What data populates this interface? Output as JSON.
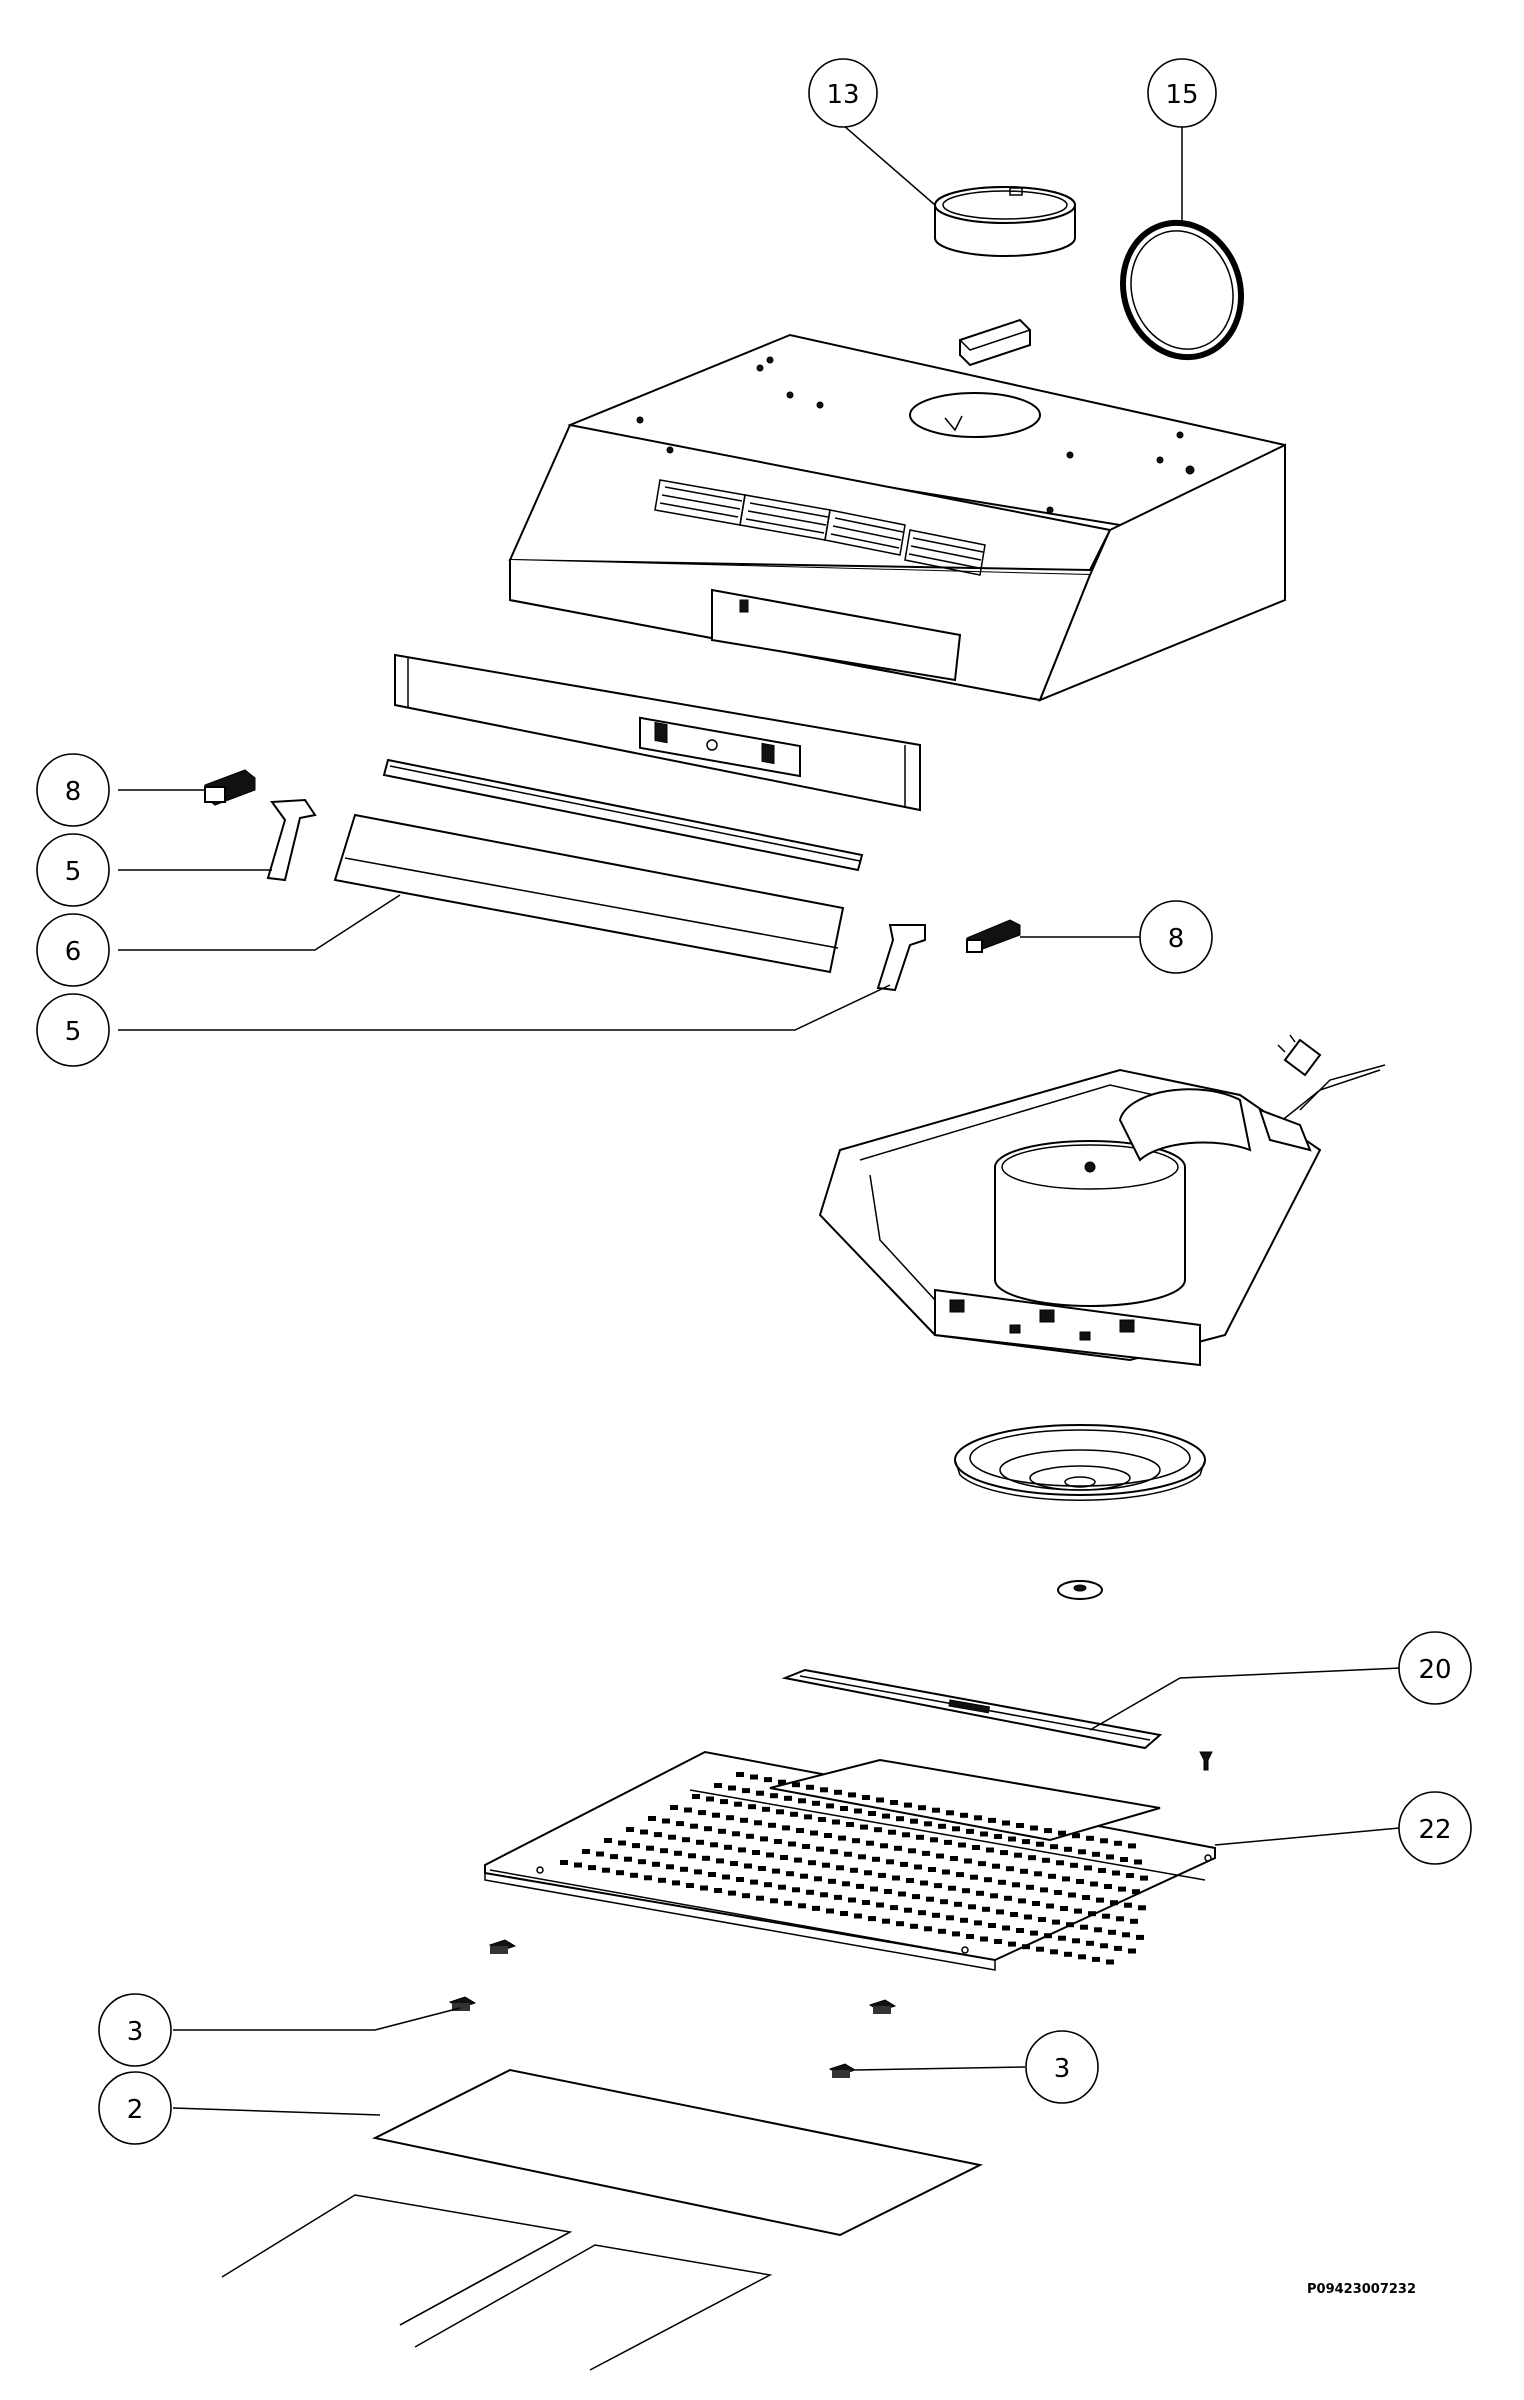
{
  "drawing": {
    "reference_code": "P09423007232"
  },
  "callouts": [
    {
      "id": "callout-13",
      "label": "13"
    },
    {
      "id": "callout-15",
      "label": "15"
    },
    {
      "id": "callout-8-left",
      "label": "8"
    },
    {
      "id": "callout-5-upper",
      "label": "5"
    },
    {
      "id": "callout-6",
      "label": "6"
    },
    {
      "id": "callout-8-right",
      "label": "8"
    },
    {
      "id": "callout-5-lower",
      "label": "5"
    },
    {
      "id": "callout-20",
      "label": "20"
    },
    {
      "id": "callout-22",
      "label": "22"
    },
    {
      "id": "callout-3-left",
      "label": "3"
    },
    {
      "id": "callout-3-right",
      "label": "3"
    },
    {
      "id": "callout-2",
      "label": "2"
    }
  ],
  "colors": {
    "line": "#000000",
    "background": "#ffffff"
  }
}
